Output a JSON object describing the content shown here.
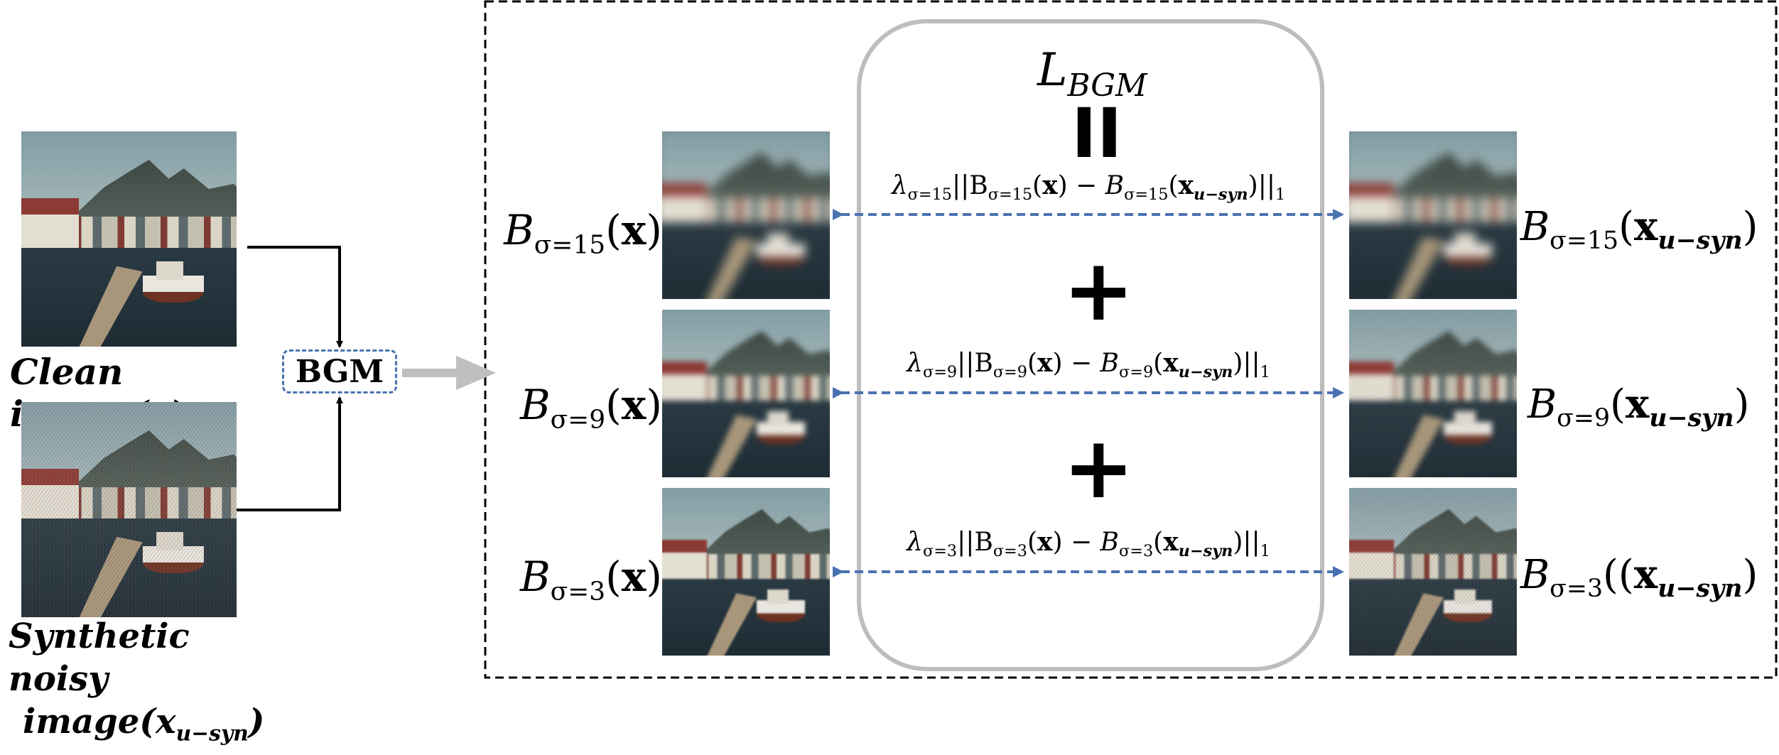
{
  "left": {
    "clean_label": "Clean image(x)",
    "noisy_label_line1": "Synthetic noisy",
    "noisy_label_line2": "image(",
    "noisy_label_x": "x",
    "noisy_label_sub": "u−syn",
    "noisy_label_close": ")",
    "bgm_label": "BGM"
  },
  "loss": {
    "symbol": "L",
    "symbol_sub": "BGM",
    "equals": "II",
    "plus": "+",
    "terms": [
      {
        "sigma": "σ=15",
        "text_lambda": "λ",
        "text_mid": "||B",
        "x": "x",
        "minus": " − B",
        "x2": "x",
        "x2_sub": "u−syn",
        "tail": "||",
        "norm": "1"
      },
      {
        "sigma": "σ=9",
        "text_lambda": "λ",
        "text_mid": "||B",
        "x": "x",
        "minus": " − B",
        "x2": "x",
        "x2_sub": "u−syn",
        "tail": "||",
        "norm": "1"
      },
      {
        "sigma": "σ=3",
        "text_lambda": "λ",
        "text_mid": "||B",
        "x": "x",
        "minus": " − B",
        "x2": "x",
        "x2_sub": "u−syn",
        "tail": "||",
        "norm": "1"
      }
    ]
  },
  "left_outputs": [
    {
      "B": "B",
      "sigma": "σ=15",
      "open": "(",
      "x": "x",
      "close": ")"
    },
    {
      "B": "B",
      "sigma": "σ=9",
      "open": "(",
      "x": "x",
      "close": ")"
    },
    {
      "B": "B",
      "sigma": "σ=3",
      "open": "(",
      "x": "x",
      "close": ")"
    }
  ],
  "right_outputs": [
    {
      "B": "B",
      "sigma": "σ=15",
      "open": "(",
      "x": "x",
      "sub": "u−syn",
      "close": ")"
    },
    {
      "B": "B",
      "sigma": "σ=9",
      "open": "(",
      "x": "x",
      "sub": "u−syn",
      "close": ")"
    },
    {
      "B": "B",
      "sigma": "σ=3",
      "open": "((",
      "x": "x",
      "sub": "u−syn",
      "close": ")"
    }
  ],
  "colors": {
    "bgm_border": "#4a72b0",
    "dashed_arrow": "#4a72b0",
    "loss_box_border": "#bdbdbd",
    "big_arrow": "#bfbfbf",
    "frame_border": "#000000"
  }
}
